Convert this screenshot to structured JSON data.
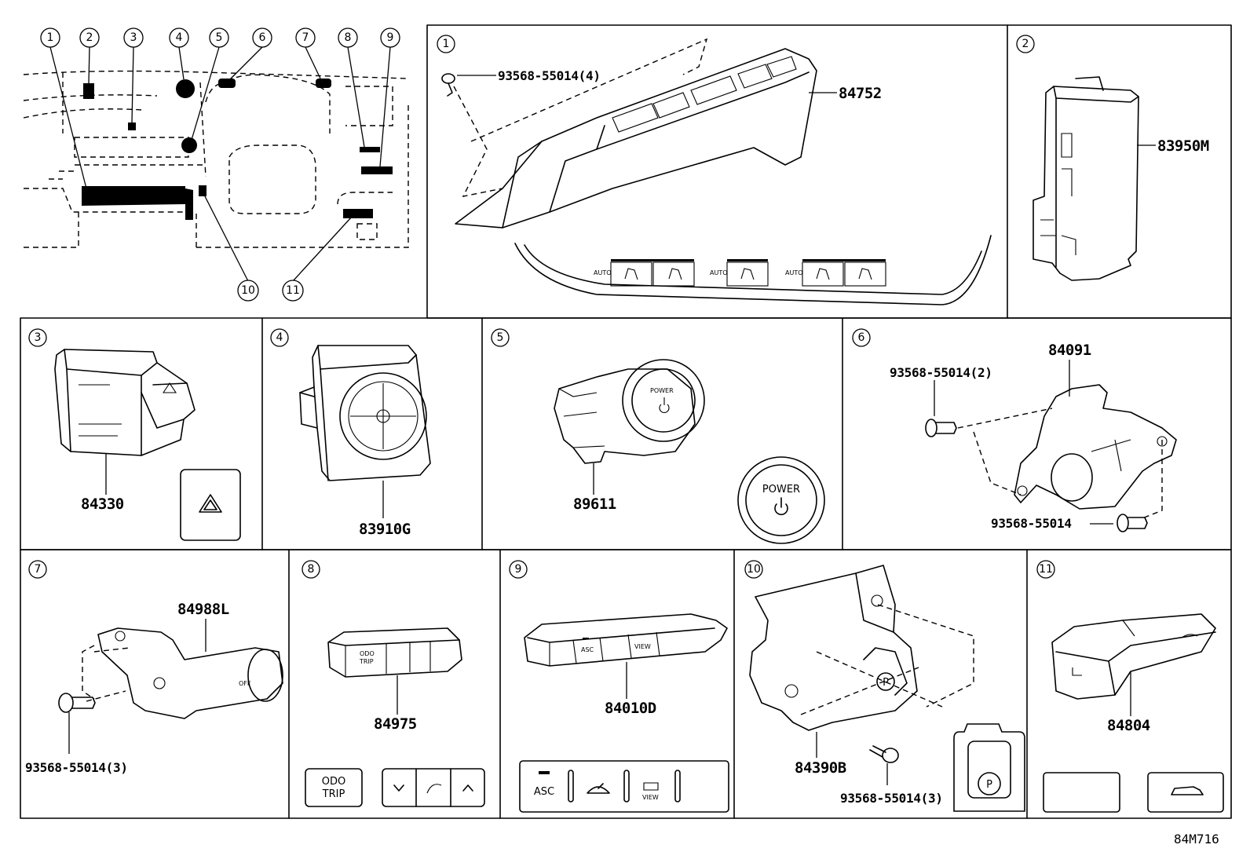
{
  "callouts": [
    "1",
    "2",
    "3",
    "4",
    "5",
    "6",
    "7",
    "8",
    "9",
    "10",
    "11"
  ],
  "panels": {
    "p1": {
      "num": "1",
      "parts": [
        "84752"
      ],
      "fastener": "93568-55014(4)",
      "labels": [
        "AUTO",
        "AUTO",
        "AUTO"
      ]
    },
    "p2": {
      "num": "2",
      "parts": [
        "83950M"
      ]
    },
    "p3": {
      "num": "3",
      "parts": [
        "84330"
      ]
    },
    "p4": {
      "num": "4",
      "parts": [
        "83910G"
      ]
    },
    "p5": {
      "num": "5",
      "parts": [
        "89611"
      ],
      "button_text": "POWER",
      "small_text": "POWER"
    },
    "p6": {
      "num": "6",
      "parts": [
        "84091"
      ],
      "fastener_a": "93568-55014(2)",
      "fastener_b": "93568-55014"
    },
    "p7": {
      "num": "7",
      "parts": [
        "84988L"
      ],
      "fastener": "93568-55014(3)",
      "small_text": "OFF"
    },
    "p8": {
      "num": "8",
      "parts": [
        "84975"
      ],
      "btn_top": "ODO",
      "btn_bottom": "TRIP",
      "small_top": "ODO",
      "small_bottom": "TRIP"
    },
    "p9": {
      "num": "9",
      "parts": [
        "84010D"
      ],
      "btn_asc": "ASC",
      "btn_view": "VIEW",
      "small_asc": "ASC",
      "small_view": "VIEW"
    },
    "p10": {
      "num": "10",
      "parts": [
        "84390B"
      ],
      "fastener": "93568-55014(3)",
      "button_text": "P"
    },
    "p11": {
      "num": "11",
      "parts": [
        "84804"
      ]
    }
  },
  "diagram_code": "84M716"
}
